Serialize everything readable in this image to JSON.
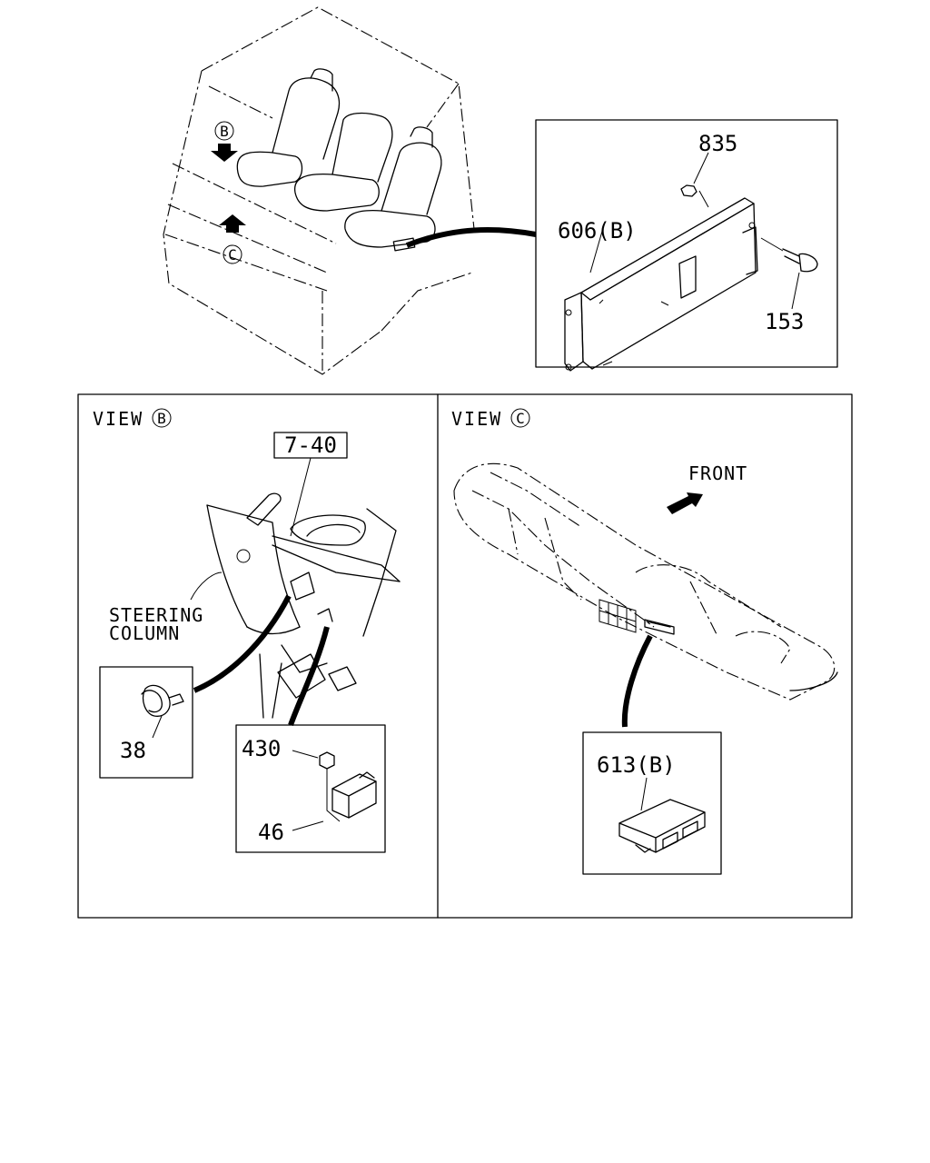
{
  "callouts": {
    "part_835": "835",
    "part_606b": "606(B)",
    "part_153": "153",
    "part_7_40": "7-40",
    "part_38": "38",
    "part_430": "430",
    "part_46": "46",
    "part_613b": "613(B)"
  },
  "markers": {
    "b": "B",
    "c": "C"
  },
  "views": {
    "view_b": {
      "word": "VIEW",
      "letter": "B"
    },
    "view_c": {
      "word": "VIEW",
      "letter": "C"
    }
  },
  "labels": {
    "steering_line1": "STEERING",
    "steering_line2": "COLUMN",
    "front": "FRONT"
  }
}
